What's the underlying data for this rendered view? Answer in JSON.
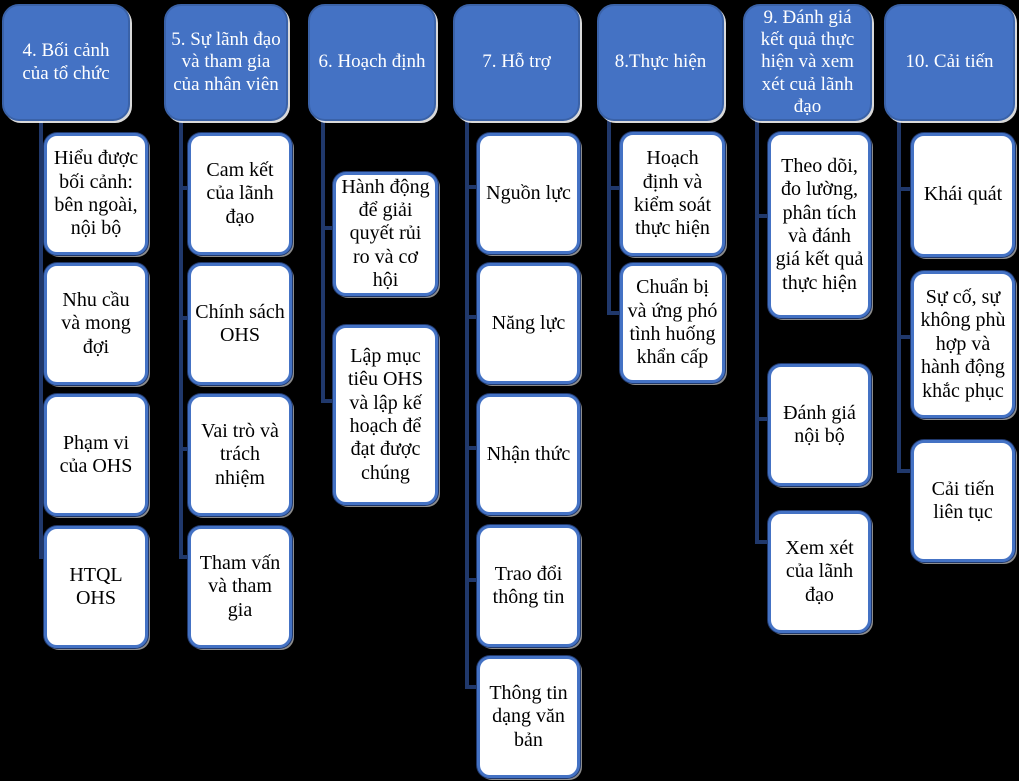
{
  "background": "#000000",
  "colors": {
    "header_fill": "#4472C4",
    "header_border": "#3A62A8",
    "header_text": "#FFFFFF",
    "child_fill": "#FFFFFF",
    "child_border": "#4472C4",
    "child_text": "#000000",
    "connector": "#20386B",
    "edge_highlight": "#FFFFFF"
  },
  "columns": [
    {
      "header": "4. Bối cảnh của tổ chức",
      "children": [
        "Hiểu được bối cảnh: bên ngoài, nội bộ",
        "Nhu cầu và mong đợi",
        "Phạm vi của OHS",
        "HTQL OHS"
      ]
    },
    {
      "header": "5. Sự lãnh đạo và tham gia của nhân viên",
      "children": [
        "Cam kết của lãnh đạo",
        "Chính sách OHS",
        "Vai trò và trách nhiệm",
        "Tham vấn và tham gia"
      ]
    },
    {
      "header": "6. Hoạch định",
      "children": [
        "Hành động để giải quyết rủi ro và cơ hội",
        "Lập mục tiêu OHS và lập kế hoạch để đạt được chúng"
      ]
    },
    {
      "header": "7. Hỗ trợ",
      "children": [
        "Nguồn lực",
        "Năng lực",
        "Nhận thức",
        "Trao đổi thông tin",
        "Thông tin dạng văn bản"
      ]
    },
    {
      "header": "8.Thực hiện",
      "children": [
        "Hoạch định và kiểm soát thực hiện",
        "Chuẩn bị và ứng phó tình huống khẩn cấp"
      ]
    },
    {
      "header": "9. Đánh giá kết quả thực hiện và xem xét cuả lãnh đạo",
      "children": [
        "Theo dõi, đo lường, phân tích và đánh giá kết quả thực hiện",
        "Đánh giá nội bộ",
        "Xem xét của lãnh đạo"
      ]
    },
    {
      "header": "10. Cải tiến",
      "children": [
        "Khái quát",
        "Sự cố, sự không phù hợp và hành động khắc phục",
        "Cải tiến liên tục"
      ]
    }
  ]
}
